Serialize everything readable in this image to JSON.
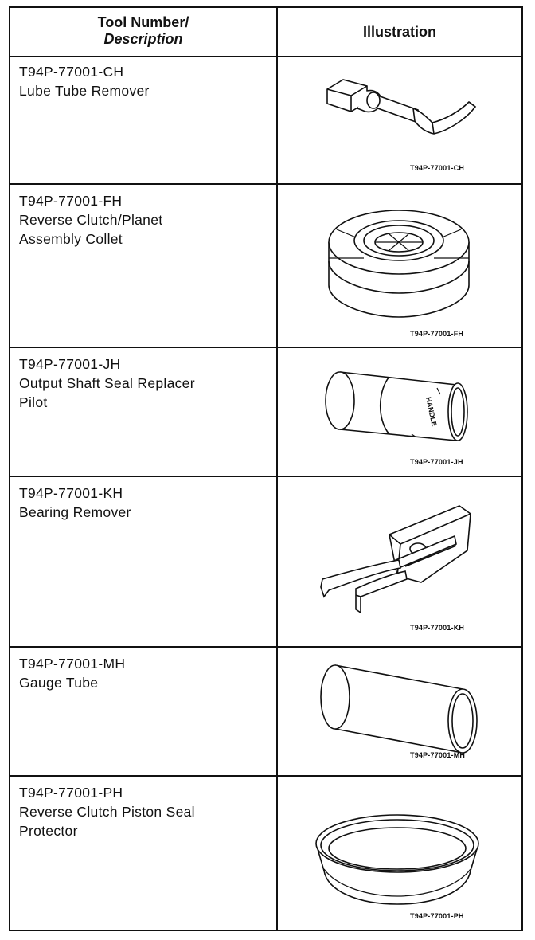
{
  "header": {
    "col1_line1": "Tool Number/",
    "col1_line2": "Description",
    "col2": "Illustration"
  },
  "rows": [
    {
      "number": "T94P-77001-CH",
      "desc1": "Lube Tube Remover",
      "desc2": "",
      "caption": "T94P-77001-CH",
      "icon": "lube-tube-remover-icon"
    },
    {
      "number": "T94P-77001-FH",
      "desc1": "Reverse Clutch/Planet",
      "desc2": "Assembly Collet",
      "caption": "T94P-77001-FH",
      "icon": "collet-icon"
    },
    {
      "number": "T94P-77001-JH",
      "desc1": "Output Shaft Seal Replacer",
      "desc2": "Pilot",
      "caption": "T94P-77001-JH",
      "icon": "seal-replacer-pilot-icon",
      "stamp": "HANDLE"
    },
    {
      "number": "T94P-77001-KH",
      "desc1": "Bearing Remover",
      "desc2": "",
      "caption": "T94P-77001-KH",
      "icon": "bearing-remover-icon"
    },
    {
      "number": "T94P-77001-MH",
      "desc1": "Gauge Tube",
      "desc2": "",
      "caption": "T94P-77001-MH",
      "icon": "gauge-tube-icon"
    },
    {
      "number": "T94P-77001-PH",
      "desc1": "Reverse Clutch Piston Seal",
      "desc2": "Protector",
      "caption": "T94P-77001-PH",
      "icon": "seal-protector-icon"
    }
  ]
}
